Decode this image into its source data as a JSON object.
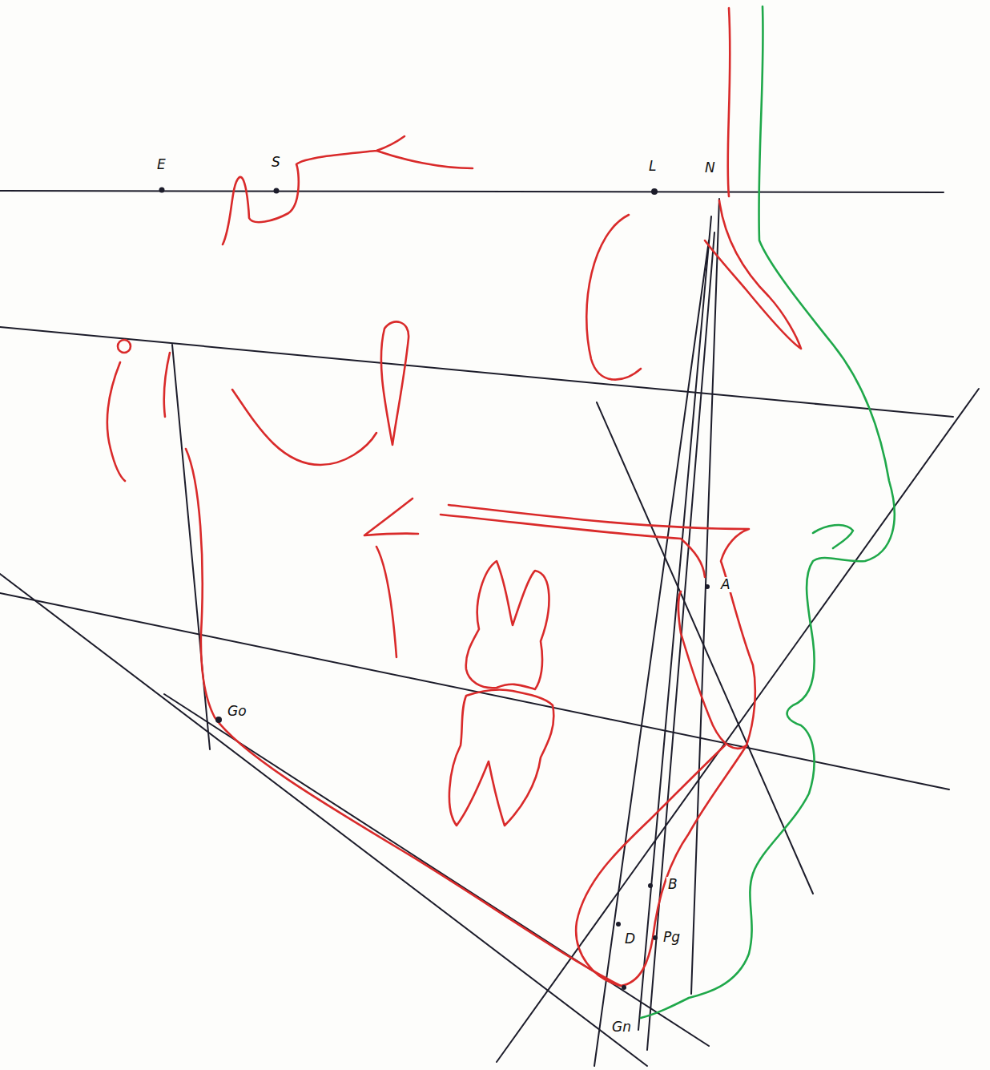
{
  "diagram": {
    "labels": [
      "E",
      "S",
      "L",
      "N",
      "A",
      "Go",
      "B",
      "D",
      "Pg",
      "Gn"
    ]
  }
}
